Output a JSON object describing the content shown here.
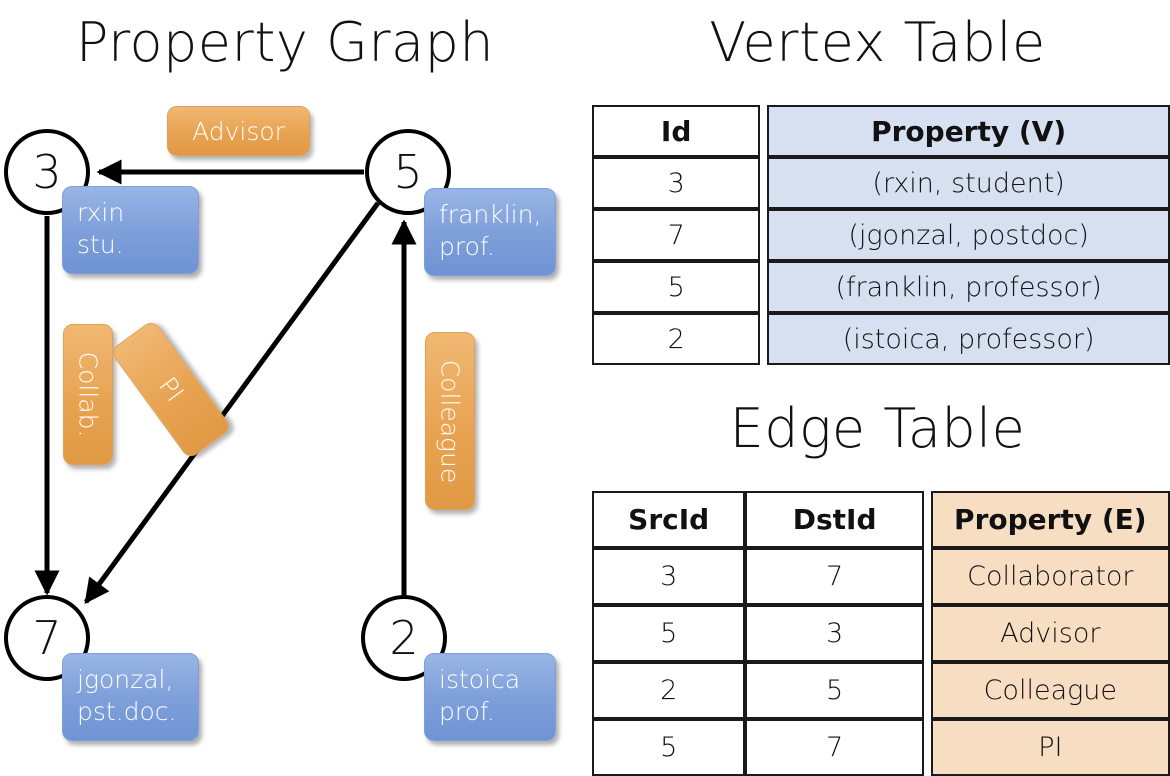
{
  "titles": {
    "property_graph": "Property Graph",
    "vertex_table": "Vertex Table",
    "edge_table": "Edge Table"
  },
  "graph": {
    "vertices": [
      {
        "id": "3",
        "property": "rxin\nstu."
      },
      {
        "id": "5",
        "property": "franklin,\nprof."
      },
      {
        "id": "7",
        "property": "jgonzal,\npst.doc."
      },
      {
        "id": "2",
        "property": "istoica\nprof."
      }
    ],
    "edge_labels": [
      {
        "label": "Advisor",
        "orientation": "horizontal"
      },
      {
        "label": "Collab.",
        "orientation": "vertical"
      },
      {
        "label": "PI",
        "orientation": "diagonal"
      },
      {
        "label": "Colleague",
        "orientation": "vertical"
      }
    ]
  },
  "vertex_table": {
    "headers": [
      "Id",
      "Property (V)"
    ],
    "rows": [
      {
        "id": "3",
        "property": "(rxin, student)"
      },
      {
        "id": "7",
        "property": "(jgonzal, postdoc)"
      },
      {
        "id": "5",
        "property": "(franklin, professor)"
      },
      {
        "id": "2",
        "property": "(istoica, professor)"
      }
    ]
  },
  "edge_table": {
    "headers": [
      "SrcId",
      "DstId",
      "Property (E)"
    ],
    "rows": [
      {
        "src": "3",
        "dst": "7",
        "property": "Collaborator"
      },
      {
        "src": "5",
        "dst": "3",
        "property": "Advisor"
      },
      {
        "src": "2",
        "dst": "5",
        "property": "Colleague"
      },
      {
        "src": "5",
        "dst": "7",
        "property": "PI"
      }
    ]
  },
  "colors": {
    "node_blue": "#7e9fda",
    "edge_orange": "#e8a352",
    "table_blue_fill": "#d6e0f0",
    "table_peach_fill": "#f7dec3",
    "stroke": "#000000"
  }
}
